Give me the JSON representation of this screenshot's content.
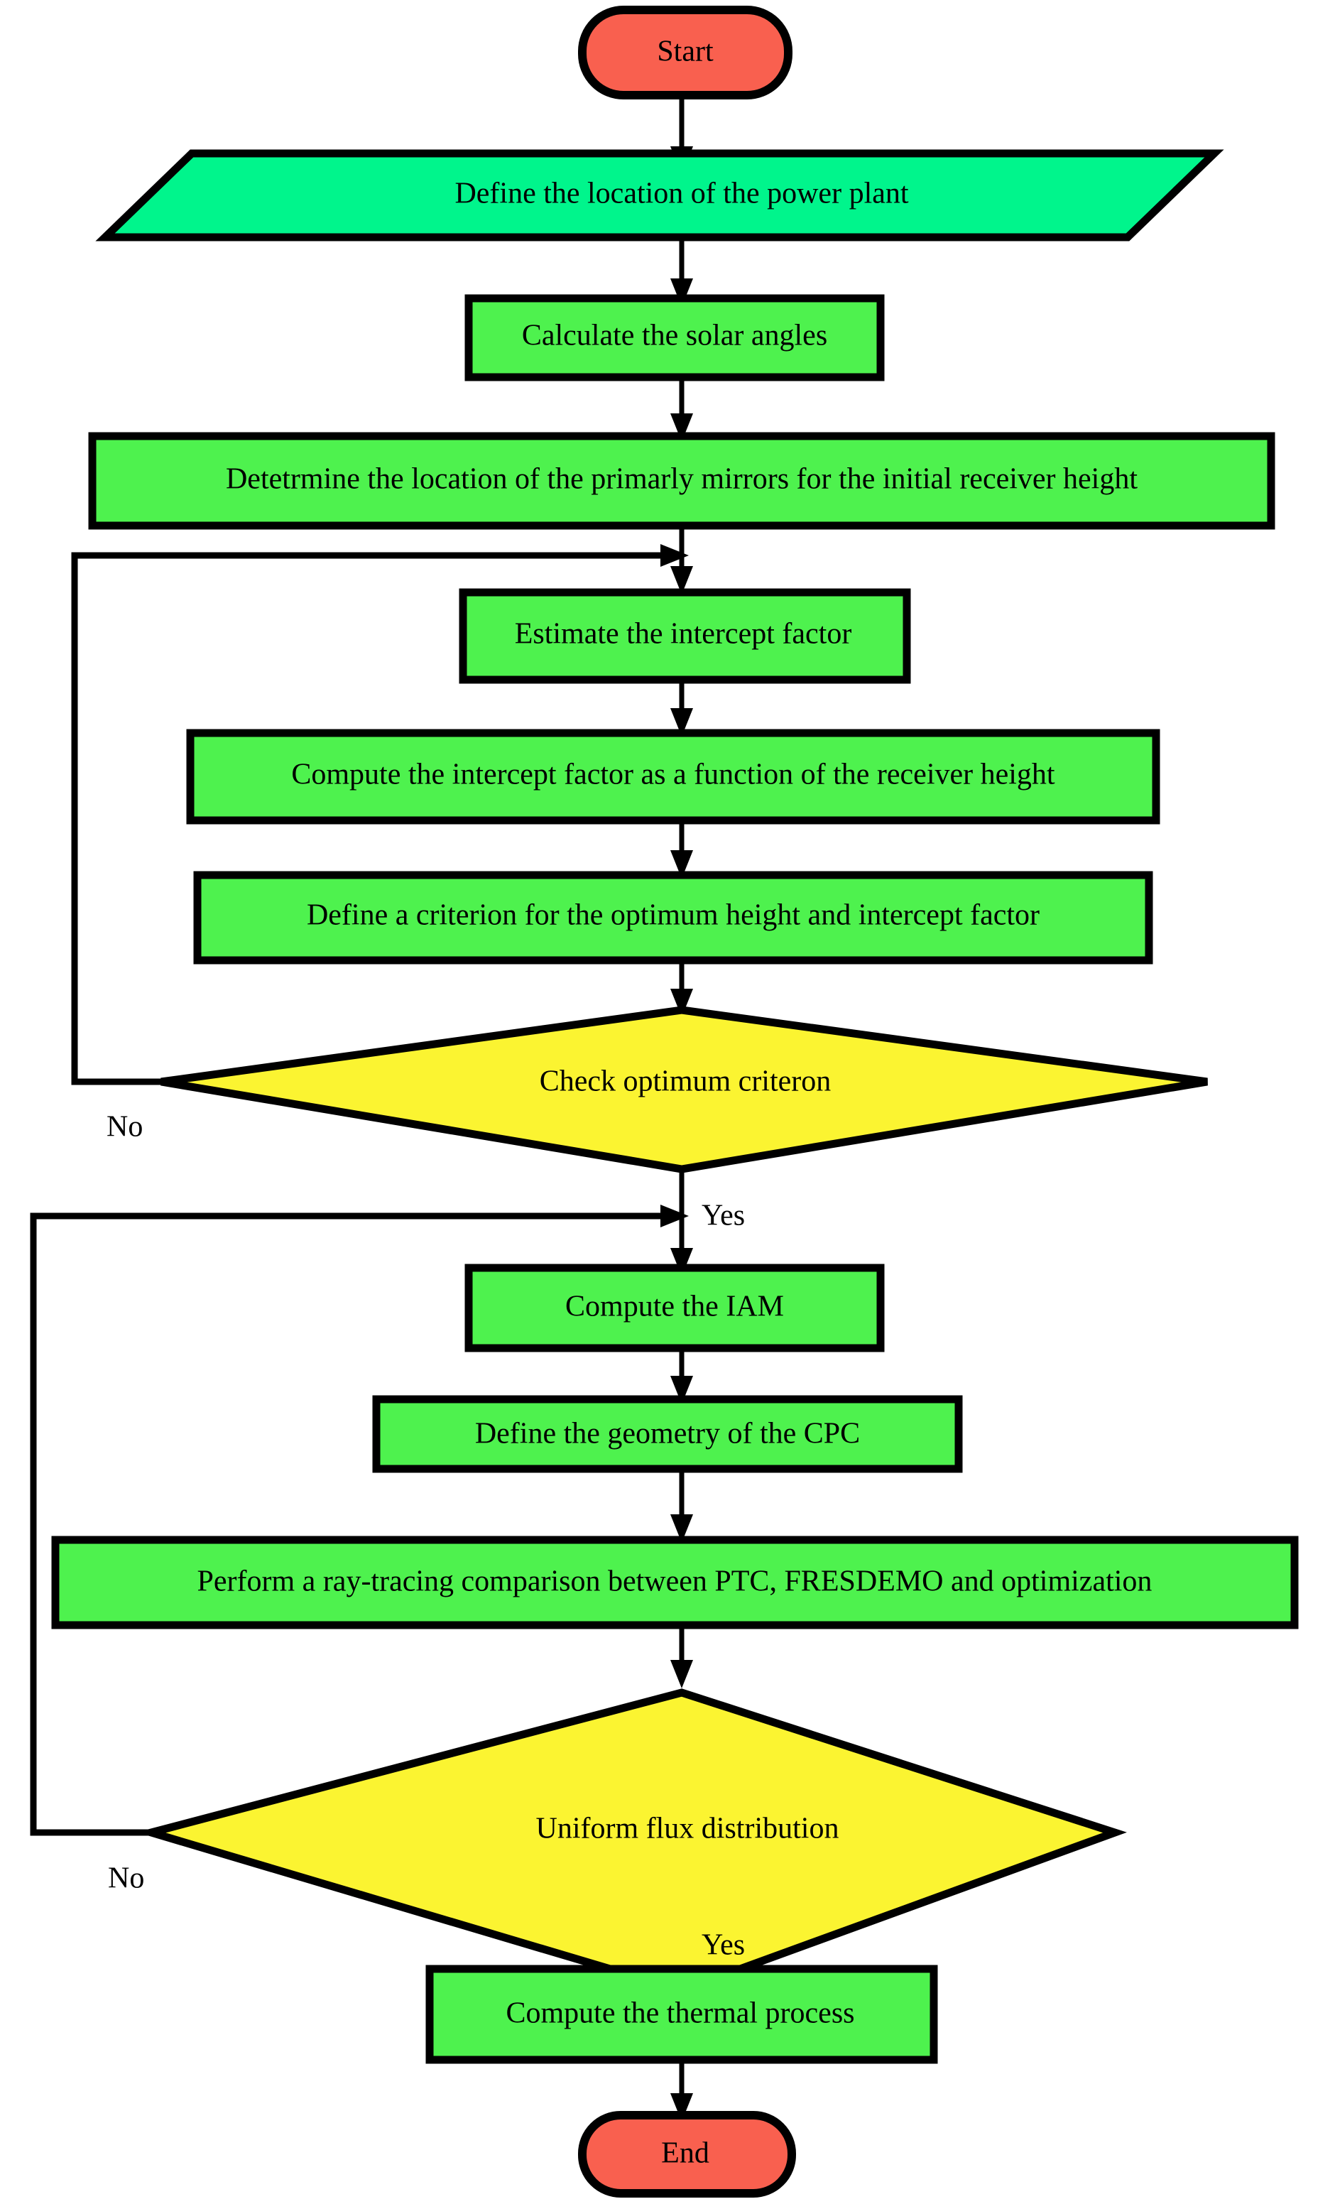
{
  "diagram": {
    "title": "Solar power plant optimization flowchart",
    "type": "flowchart",
    "colors": {
      "terminal": "#f9604f",
      "io": "#00f58c",
      "process": "#4ef24e",
      "decision": "#fbf431",
      "outline": "#000000",
      "background": "#ffffff"
    }
  },
  "nodes": [
    {
      "id": "start",
      "shape": "terminal",
      "label": "Start"
    },
    {
      "id": "location",
      "shape": "io",
      "label": "Define the location of the power plant"
    },
    {
      "id": "angles",
      "shape": "process",
      "label": "Calculate the solar angles"
    },
    {
      "id": "mirrors",
      "shape": "process",
      "label": "Detetrmine the location of the primarly mirrors for the initial receiver height"
    },
    {
      "id": "estimate",
      "shape": "process",
      "label": "Estimate the intercept factor"
    },
    {
      "id": "compute_if",
      "shape": "process",
      "label": "Compute the intercept factor as a function of the receiver height"
    },
    {
      "id": "criterion",
      "shape": "process",
      "label": "Define a criterion for the optimum height and intercept factor"
    },
    {
      "id": "check_opt",
      "shape": "decision",
      "label": "Check optimum criteron"
    },
    {
      "id": "iam",
      "shape": "process",
      "label": "Compute the IAM"
    },
    {
      "id": "cpc",
      "shape": "process",
      "label": "Define the geometry of the CPC"
    },
    {
      "id": "raytrace",
      "shape": "process",
      "label": "Perform a ray-tracing comparison between PTC, FRESDEMO and optimization"
    },
    {
      "id": "uniform",
      "shape": "decision",
      "label": "Uniform flux distribution"
    },
    {
      "id": "thermal",
      "shape": "process",
      "label": "Compute the thermal process"
    },
    {
      "id": "end",
      "shape": "terminal",
      "label": "End"
    }
  ],
  "edge_labels": {
    "check_no": "No",
    "check_yes": "Yes",
    "uniform_no": "No",
    "uniform_yes": "Yes"
  },
  "edges": [
    {
      "from": "start",
      "to": "location",
      "label": ""
    },
    {
      "from": "location",
      "to": "angles",
      "label": ""
    },
    {
      "from": "angles",
      "to": "mirrors",
      "label": ""
    },
    {
      "from": "mirrors",
      "to": "estimate",
      "label": ""
    },
    {
      "from": "estimate",
      "to": "compute_if",
      "label": ""
    },
    {
      "from": "compute_if",
      "to": "criterion",
      "label": ""
    },
    {
      "from": "criterion",
      "to": "check_opt",
      "label": ""
    },
    {
      "from": "check_opt",
      "to": "estimate",
      "label": "No"
    },
    {
      "from": "check_opt",
      "to": "iam",
      "label": "Yes"
    },
    {
      "from": "iam",
      "to": "cpc",
      "label": ""
    },
    {
      "from": "cpc",
      "to": "raytrace",
      "label": ""
    },
    {
      "from": "raytrace",
      "to": "uniform",
      "label": ""
    },
    {
      "from": "uniform",
      "to": "iam",
      "label": "No"
    },
    {
      "from": "uniform",
      "to": "thermal",
      "label": "Yes"
    },
    {
      "from": "thermal",
      "to": "end",
      "label": ""
    }
  ]
}
